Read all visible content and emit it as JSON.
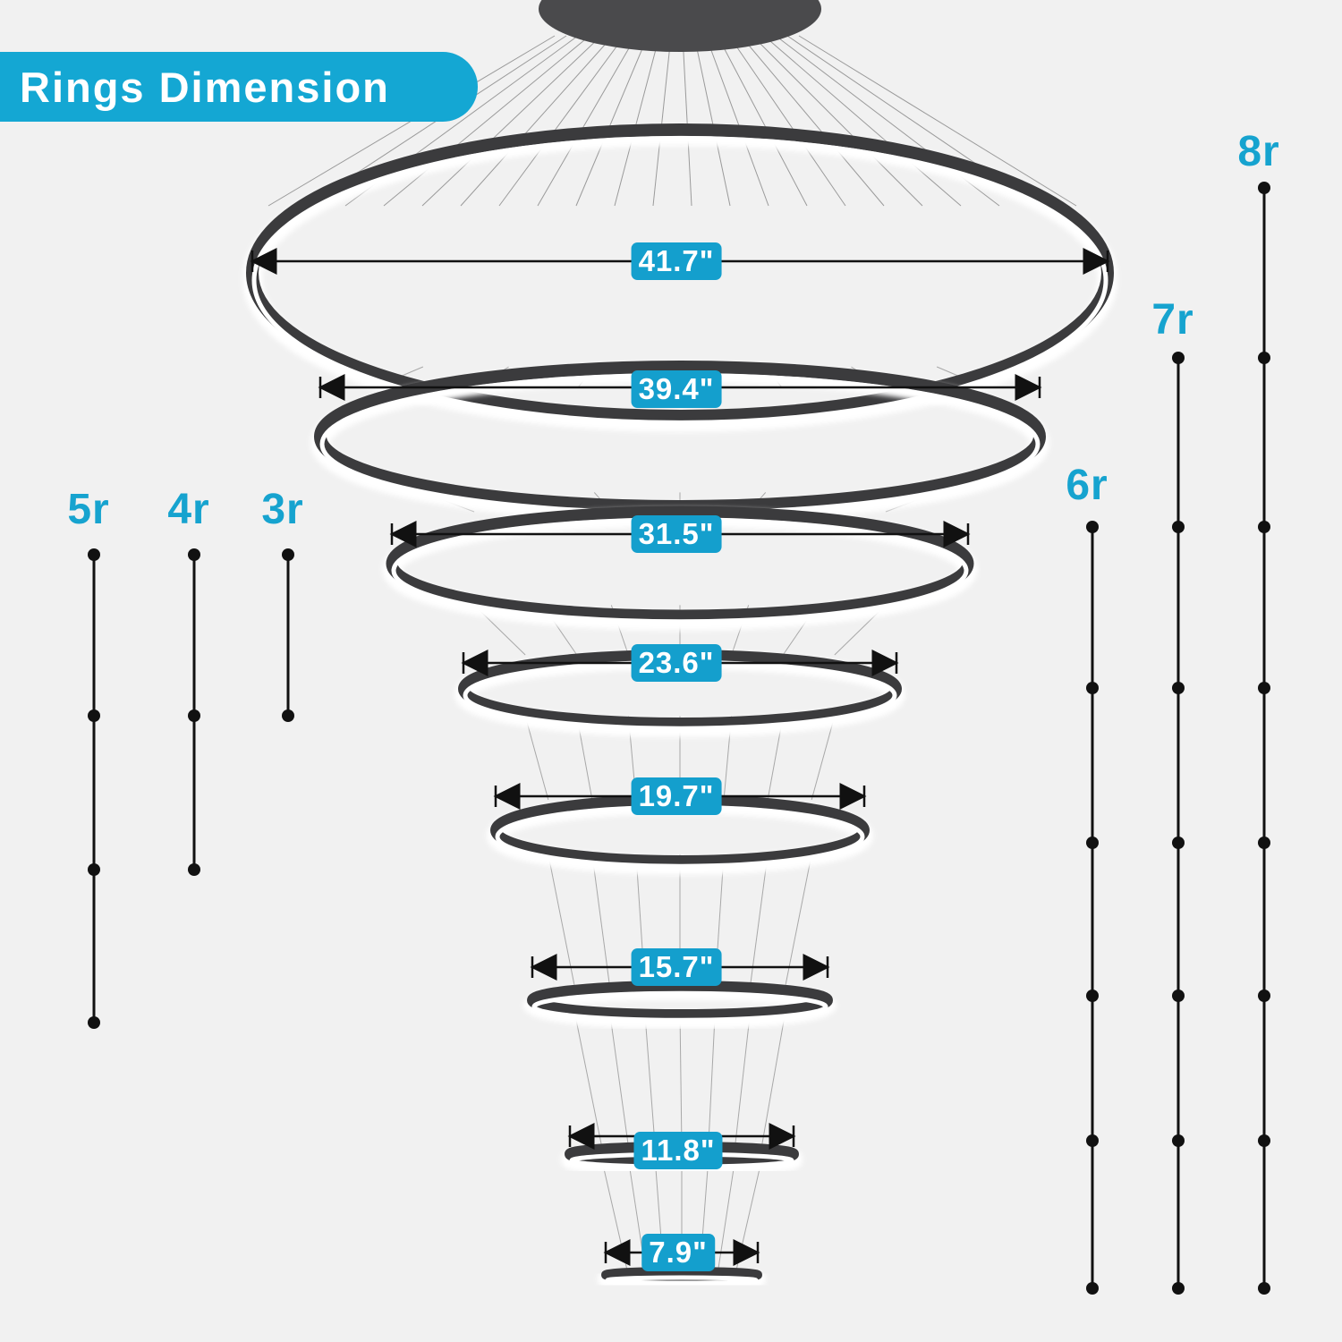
{
  "header": {
    "title": "Rings Dimension"
  },
  "colors": {
    "accent": "#14a7d3",
    "ring_metal": "#3b3b3d",
    "ring_light": "#ffffff",
    "canopy": "#4a4a4c",
    "line": "#111111",
    "background": "#f1f1f1"
  },
  "rings": [
    {
      "diameter": "41.7\""
    },
    {
      "diameter": "39.4\""
    },
    {
      "diameter": "31.5\""
    },
    {
      "diameter": "23.6\""
    },
    {
      "diameter": "19.7\""
    },
    {
      "diameter": "15.7\""
    },
    {
      "diameter": "11.8\""
    },
    {
      "diameter": "7.9\""
    }
  ],
  "configurations": [
    {
      "label": "5r",
      "rings": 5
    },
    {
      "label": "4r",
      "rings": 4
    },
    {
      "label": "3r",
      "rings": 3
    },
    {
      "label": "6r",
      "rings": 6
    },
    {
      "label": "7r",
      "rings": 7
    },
    {
      "label": "8r",
      "rings": 8
    }
  ]
}
